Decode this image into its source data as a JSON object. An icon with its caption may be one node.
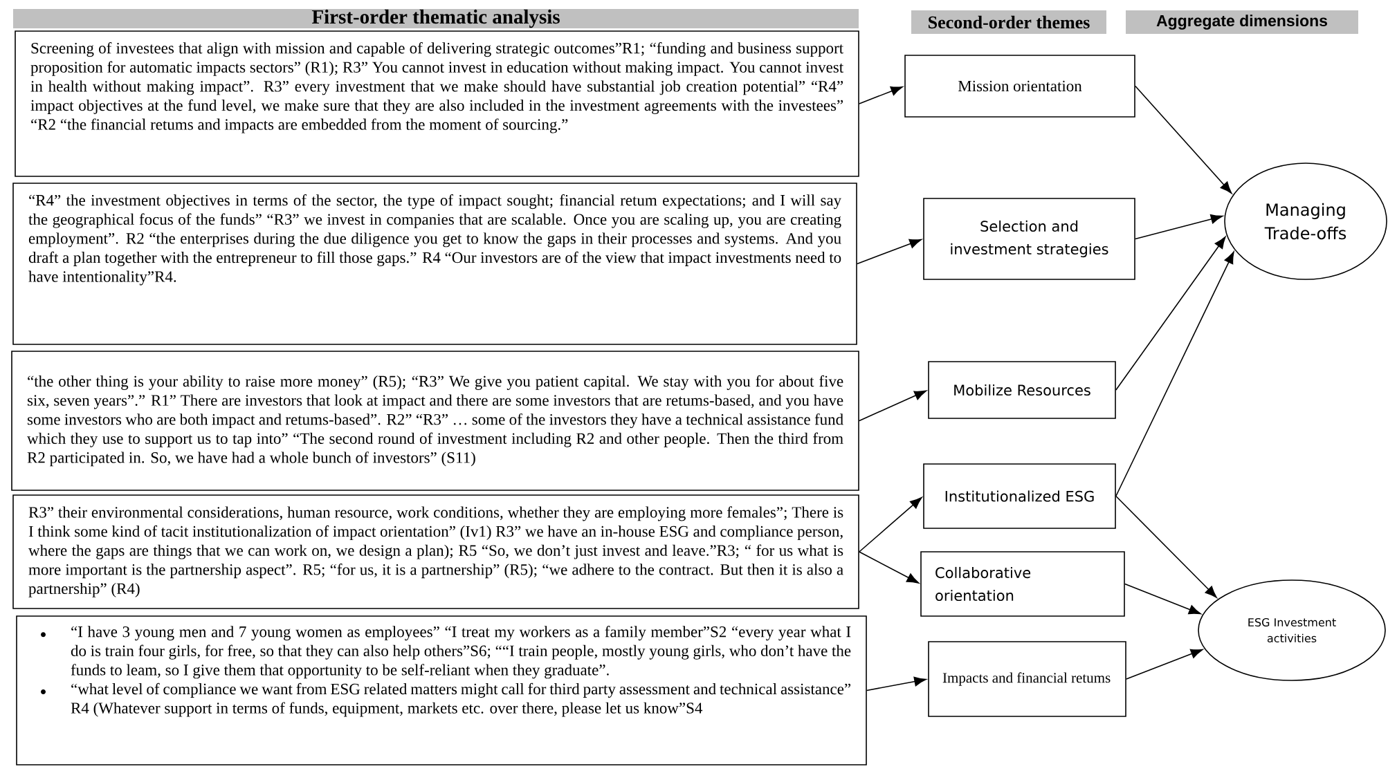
{
  "diagram": {
    "nodes": [
      {
        "text": [
          "First-order thematic analysis"
        ]
      },
      {
        "text": [
          "Second-order themes"
        ]
      },
      {
        "text": [
          "Aggregate dimensions"
        ]
      },
      {
        "text": [
          "Screening of investees that align with mission and capable of delivering strategic outcomes”R1; “funding and business support proposition for automatic impacts sectors” (R1); R3” You cannot invest in education without making impact.  You cannot invest in health without making impact”. R3” every investment that we make should have substantial job creation potential” “R4” impact objectives at the fund level, we make sure that they are also included in the investment agreements with the investees” “R2 “the financial retums and impacts are embedded from the moment of sourcing.”"
        ]
      },
      {
        "text": [
          "“R4” the investment objectives in terms of the sector, the type of impact sought; financial retum expectations; and I will say the geographical focus of the funds”    “R3” we invest in companies that are scalable. Once you are scaling up, you are creating employment”. R2 “the enterprises during the due diligence you get to know the gaps in their processes and systems. And you draft a plan together with the entrepreneur to fill those gaps.” R4 “Our investors are of the view that impact investments need to have intentionality”R4."
        ]
      },
      {
        "text": [
          "“the other thing is your ability to raise more money” (R5); “R3” We give you patient capital. We stay with you for about five six, seven years”.” R1” There are investors that look at impact and there are some investors that are retums-based, and you have some investors who are both impact and retums-based”. R2” “R3” … some of the investors they have a technical assistance fund which they use to support us to tap into” “The second round of investment including R2 and other people. Then the third from R2 participated in.  So, we have had a whole bunch of investors” (S11)"
        ]
      },
      {
        "text": [
          "R3” their environmental considerations, human resource, work conditions, whether they are employing more females”; There is I think some kind of tacit institutionalization of impact orientation” (Iv1) R3”  we have an in-house ESG and compliance person, where the gaps are things that we can work on, we design a plan); R5 “So, we don’t just invest and leave.”R3; “ for us what is more important is the partnership aspect”. R5; “for us, it is a partnership” (R5); “we adhere to the contract. But then it is also a partnership” (R4)"
        ]
      },
      {
        "text": [
          "“I have 3 young men and 7 young women as employees” “I treat my workers as a family member”S2 “every year what I do is train four girls, for free, so that they can also help others”S6; ““I train people, mostly young girls, who don’t have the funds to leam, so I give them that opportunity to be self-reliant when they graduate”.",
          " “what level of compliance we want from ESG related matters might call for third party assessment and technical assistance” R4 (Whatever support in terms of funds, equipment, markets etc. over there, please let us know”S4"
        ]
      },
      {
        "text": [
          "Mission orientation"
        ]
      },
      {
        "text": [
          "Selection and investment strategies"
        ]
      },
      {
        "text": [
          "Mobilize Resources"
        ]
      },
      {
        "text": [
          "Institutionalized ESG"
        ]
      },
      {
        "text": [
          "Collaborative orientation"
        ]
      },
      {
        "text": [
          "Impacts and financial retums"
        ]
      },
      {
        "text": [
          "Managing Trade-offs"
        ]
      },
      {
        "text": [
          "ESG Investment activities"
        ]
      }
    ],
    "edges": [
      {
        "from": 3,
        "to": 8,
        "arrow": "to"
      },
      {
        "from": 4,
        "to": 9,
        "arrow": "to"
      },
      {
        "from": 5,
        "to": 10,
        "arrow": "to"
      },
      {
        "from": 6,
        "to": 11,
        "arrow": "to"
      },
      {
        "from": 6,
        "to": 12,
        "arrow": "to"
      },
      {
        "from": 7,
        "to": 13,
        "arrow": "to"
      },
      {
        "from": 8,
        "to": 14,
        "arrow": "to"
      },
      {
        "from": 9,
        "to": 14,
        "arrow": "to"
      },
      {
        "from": 10,
        "to": 14,
        "arrow": "to"
      },
      {
        "from": 11,
        "to": 14,
        "arrow": "to"
      },
      {
        "from": 11,
        "to": 15,
        "arrow": "to"
      },
      {
        "from": 12,
        "to": 15,
        "arrow": "to"
      },
      {
        "from": 13,
        "to": 15,
        "arrow": "to"
      }
    ]
  }
}
